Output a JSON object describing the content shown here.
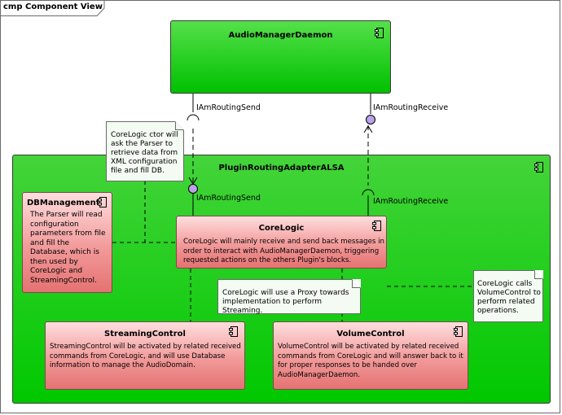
{
  "frame": {
    "label": "cmp Component View"
  },
  "audio_manager": {
    "title": "AudioManagerDaemon"
  },
  "adapter": {
    "title": "PluginRoutingAdapterALSA"
  },
  "interfaces": {
    "top_send": "IAmRoutingSend",
    "top_receive": "IAmRoutingReceive",
    "inner_send": "IAmRoutingSend",
    "inner_receive": "IAmRoutingReceive"
  },
  "notes": {
    "ctor": "CoreLogic ctor will ask the Parser to retrieve data from XML configuration file and fill DB.",
    "proxy": "CoreLogic will use a Proxy towards implementation to perform Streaming.",
    "volume": "CoreLogic calls VolumeControl to perform related operations."
  },
  "components": {
    "db": {
      "title": "DBManagement",
      "body": "The Parser will read configuration parameters from file and fill the Database, which is then used by CoreLogic and StreamingControl."
    },
    "core": {
      "title": "CoreLogic",
      "body": "CoreLogic will mainly receive and send back messages in order to interact with AudioManagerDaemon, triggering requested actions on the others Plugin's blocks."
    },
    "streaming": {
      "title": "StreamingControl",
      "body": "StreamingControl will be activated by related received commands from CoreLogic, and will use Database information to manage the AudioDomain."
    },
    "volume": {
      "title": "VolumeControl",
      "body": "VolumeControl will be activated by related received commands from CoreLogic and will answer back to it for proper responses to be handed over AudioManagerDaemon."
    }
  },
  "colors": {
    "component_green": "#00c800",
    "component_red": "#f29a9a",
    "note_fill": "#f3fbf2",
    "interface_ball": "#b9a2e8"
  }
}
